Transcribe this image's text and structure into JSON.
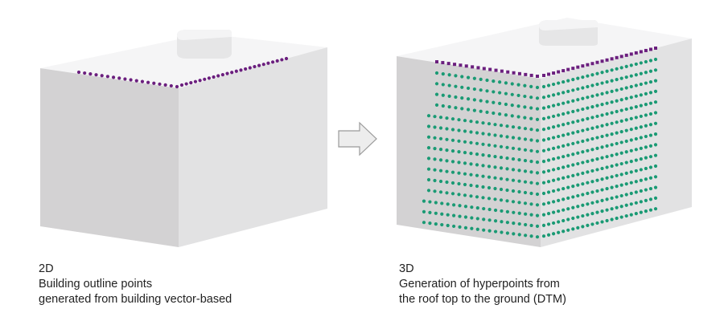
{
  "left_panel": {
    "title": "2D",
    "lines": [
      "Building outline points",
      "generated from building vector-based"
    ]
  },
  "right_panel": {
    "title": "3D",
    "lines": [
      "Generation of hyperpoints from",
      "the roof top to the ground (DTM)"
    ]
  },
  "colors": {
    "outline_points": "#6b1f7e",
    "hyperpoints": "#1a9a74",
    "left_face": "#d3d2d3",
    "right_face": "#e2e2e3",
    "roof": "#f5f5f6"
  }
}
